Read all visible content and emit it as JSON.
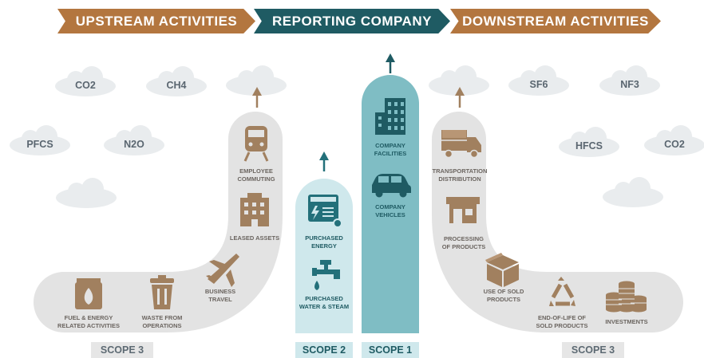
{
  "banners": {
    "upstream": "UPSTREAM ACTIVITIES",
    "reporting": "REPORTING COMPANY",
    "downstream": "DOWNSTREAM ACTIVITIES"
  },
  "gases": {
    "co2_left": "CO2",
    "ch4": "CH4",
    "pfcs": "PFCS",
    "n2o": "N2O",
    "sf6": "SF6",
    "nf3": "NF3",
    "hfcs": "HFCS",
    "co2_right": "CO2"
  },
  "upstream": {
    "employee_commuting": [
      "EMPLOYEE",
      "COMMUTING"
    ],
    "leased_assets": [
      "LEASED ASSETS"
    ],
    "business_travel": [
      "BUSINESS",
      "TRAVEL"
    ],
    "fuel_energy": [
      "FUEL & ENERGY",
      "RELATED ACTIVITIES"
    ],
    "waste": [
      "WASTE FROM",
      "OPERATIONS"
    ]
  },
  "scope2": {
    "purchased_energy": [
      "PURCHASED",
      "ENERGY"
    ],
    "purchased_water": [
      "PURCHASED",
      "WATER & STEAM"
    ]
  },
  "scope1": {
    "facilities": [
      "COMPANY",
      "FACILITIES"
    ],
    "vehicles": [
      "COMPANY",
      "VEHICLES"
    ]
  },
  "downstream": {
    "transportation": [
      "TRANSPORTATION",
      "DISTRIBUTION"
    ],
    "processing": [
      "PROCESSING",
      "OF PRODUCTS"
    ],
    "use_of_products": [
      "USE OF SOLD",
      "PRODUCTS"
    ],
    "end_of_life": [
      "END-OF-LIFE OF",
      "SOLD PRODUCTS"
    ],
    "investments": [
      "INVESTMENTS"
    ]
  },
  "scopes": {
    "left": "SCOPE 3",
    "scope2": "SCOPE 2",
    "scope1": "SCOPE 1",
    "right": "SCOPE 3"
  },
  "colors": {
    "brown": "#b3763f",
    "dark_teal": "#1f5b63",
    "band_grey": "#e3e3e3",
    "scope2_band": "#cfe8ec",
    "scope1_band": "#7fbdc4",
    "icon_brown": "#a1805f",
    "icon_teal": "#23707a"
  }
}
